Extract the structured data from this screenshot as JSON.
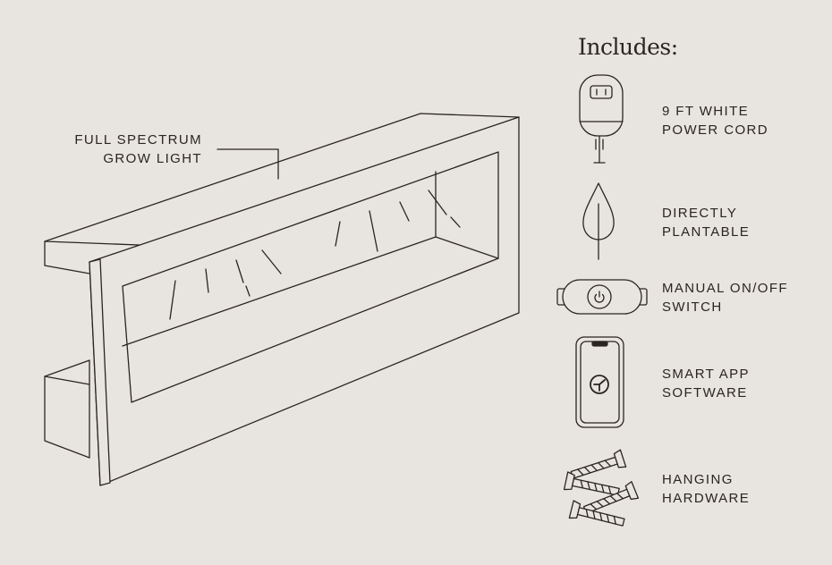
{
  "colors": {
    "background": "#e8e4df",
    "line": "#2a2522",
    "fill": "#e8e4df"
  },
  "callout": {
    "line1": "FULL SPECTRUM",
    "line2": "GROW LIGHT"
  },
  "includes": {
    "title": "Includes:",
    "items": [
      {
        "icon": "power-plug-icon",
        "line1": "9 FT WHITE",
        "line2": "POWER CORD"
      },
      {
        "icon": "leaf-icon",
        "line1": "DIRECTLY",
        "line2": "PLANTABLE"
      },
      {
        "icon": "power-switch-icon",
        "line1": "MANUAL ON/OFF",
        "line2": "SWITCH"
      },
      {
        "icon": "smartphone-app-icon",
        "line1": "SMART APP",
        "line2": "SOFTWARE"
      },
      {
        "icon": "screws-icon",
        "line1": "HANGING",
        "line2": "HARDWARE"
      }
    ]
  }
}
